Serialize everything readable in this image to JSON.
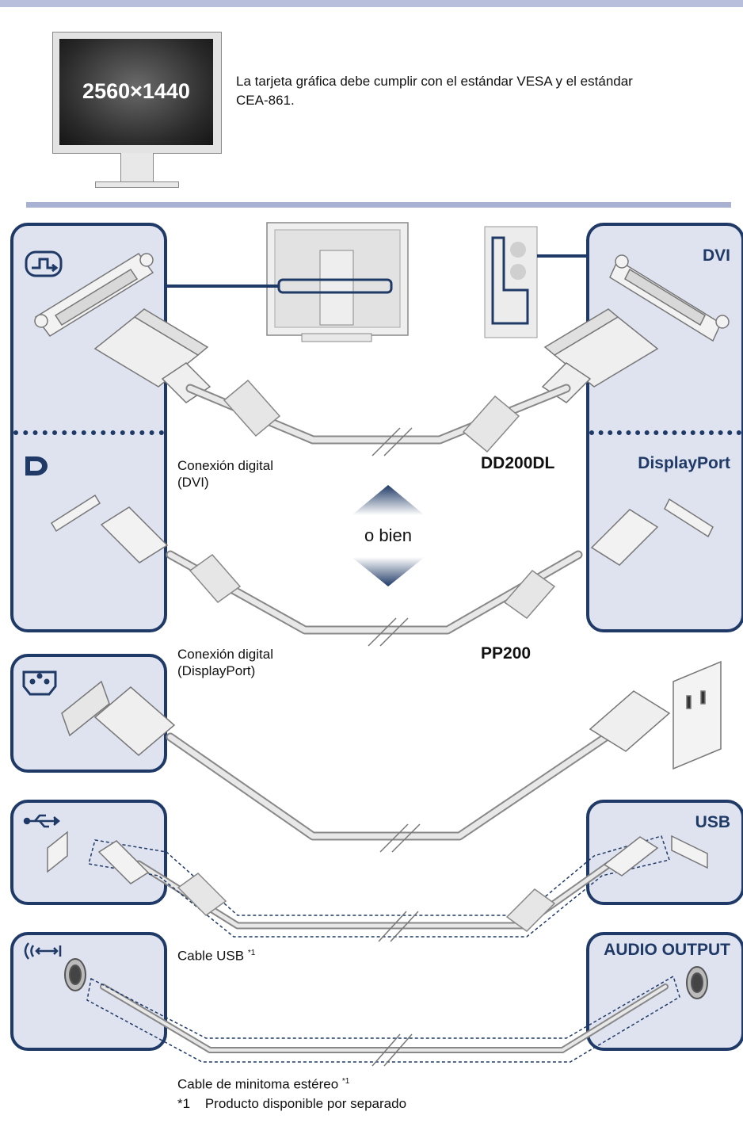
{
  "header": {
    "resolution_label": "2560×1440",
    "graphics_note": "La tarjeta gráfica debe cumplir con el estándar VESA y el estándar CEA-861."
  },
  "connections": {
    "dvi_desc_line1": "Conexión digital",
    "dvi_desc_line2": "(DVI)",
    "dvi_cable_model": "DD200DL",
    "or_label": "o bien",
    "dp_desc_line1": "Conexión digital",
    "dp_desc_line2": "(DisplayPort)",
    "dp_cable_model": "PP200",
    "usb_cable_label": "Cable USB",
    "usb_note_mark": "*1",
    "audio_cable_label": "Cable de minitoma estéreo",
    "audio_note_mark": "*1",
    "footnote_mark": "*1",
    "footnote_text": "Producto disponible por separado"
  },
  "pc_ports": {
    "dvi": "DVI",
    "displayport": "DisplayPort",
    "usb": "USB",
    "audio": "AUDIO OUTPUT"
  },
  "icons": {
    "dvi_input": "dvi-input-icon",
    "dp_input": "displayport-icon",
    "power_input": "power-inlet-icon",
    "usb_input": "usb-icon",
    "audio_input": "audio-icon"
  },
  "colors": {
    "panel_border": "#1f3a66",
    "panel_fill": "#dfe3f0",
    "divider": "#a9b1d3",
    "top_bar": "#b8bfdd"
  }
}
